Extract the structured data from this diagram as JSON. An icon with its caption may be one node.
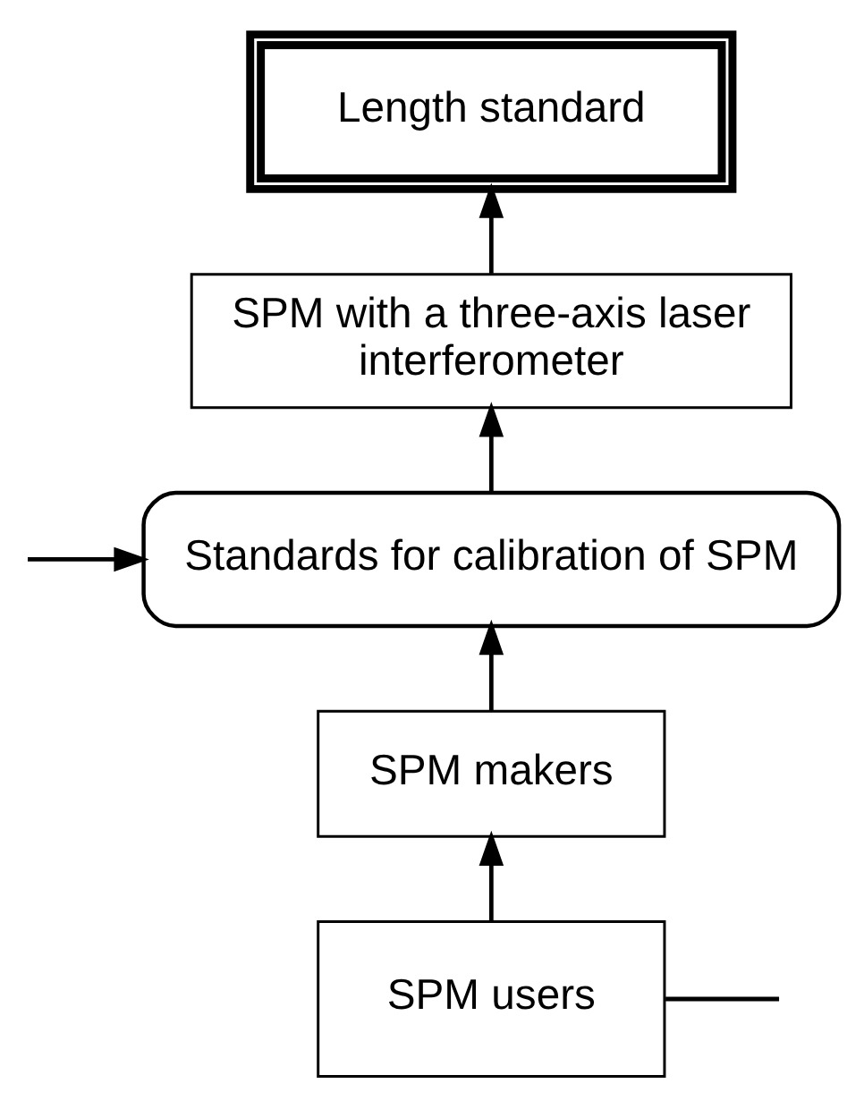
{
  "diagram": {
    "nodes": [
      {
        "text": [
          "Length standard"
        ]
      },
      {
        "text": [
          "SPM with a three-axis laser interferometer"
        ]
      },
      {
        "text": [
          "Standards for calibration of SPM"
        ]
      },
      {
        "text": [
          "SPM makers"
        ]
      },
      {
        "text": [
          "SPM users"
        ]
      }
    ],
    "edges": [
      {
        "from": 1,
        "to": 0,
        "arrow": "to"
      },
      {
        "from": 2,
        "to": 1,
        "arrow": "to"
      },
      {
        "from": null,
        "to": 2,
        "arrow": "to"
      },
      {
        "from": 3,
        "to": 2,
        "arrow": "to"
      },
      {
        "from": 4,
        "to": 3,
        "arrow": "to"
      },
      {
        "from": 4,
        "to": null,
        "arrow": "none"
      }
    ]
  }
}
